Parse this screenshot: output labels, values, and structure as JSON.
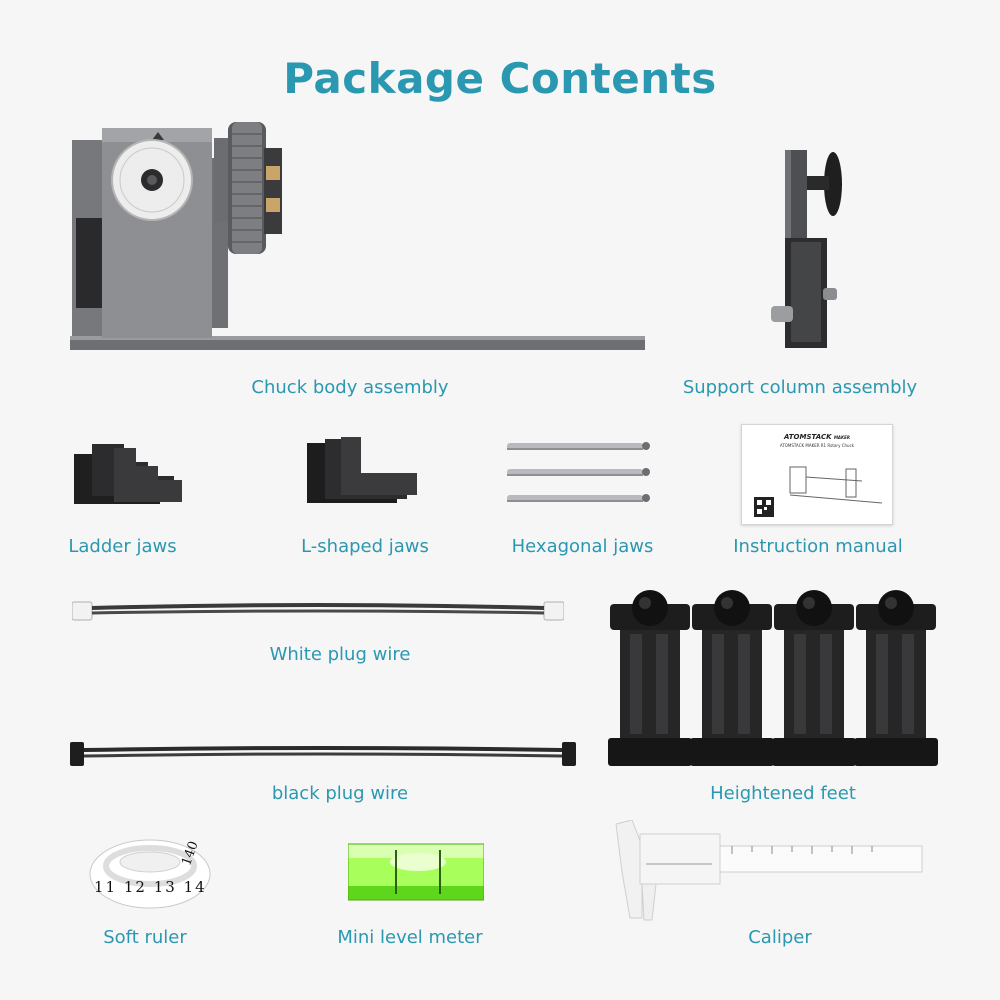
{
  "page": {
    "title": "Package Contents"
  },
  "items": [
    {
      "id": "chuck",
      "label": "Chuck body assembly"
    },
    {
      "id": "support",
      "label": "Support column assembly"
    },
    {
      "id": "ladder",
      "label": "Ladder jaws"
    },
    {
      "id": "lshaped",
      "label": "L-shaped jaws"
    },
    {
      "id": "hex",
      "label": "Hexagonal jaws"
    },
    {
      "id": "manual",
      "label": "Instruction manual"
    },
    {
      "id": "whitewire",
      "label": "White plug wire"
    },
    {
      "id": "blackwire",
      "label": "black plug wire"
    },
    {
      "id": "feet",
      "label": "Heightened feet"
    },
    {
      "id": "ruler",
      "label": "Soft ruler"
    },
    {
      "id": "level",
      "label": "Mini level meter"
    },
    {
      "id": "caliper",
      "label": "Caliper"
    }
  ],
  "manual": {
    "brand": "ATOMSTACK",
    "brand_suffix": "MAKER",
    "subtitle": "ATOMSTACK MAKER R1 Rotary Chuck"
  },
  "ruler": {
    "numbers": [
      "11",
      "12",
      "13",
      "14",
      "140"
    ]
  },
  "colors": {
    "accent": "#2a98b0",
    "background": "#f6f6f6",
    "metal": "#8b8c8f",
    "plastic": "#1d1d1d",
    "level_liquid": "#7bff2a"
  }
}
